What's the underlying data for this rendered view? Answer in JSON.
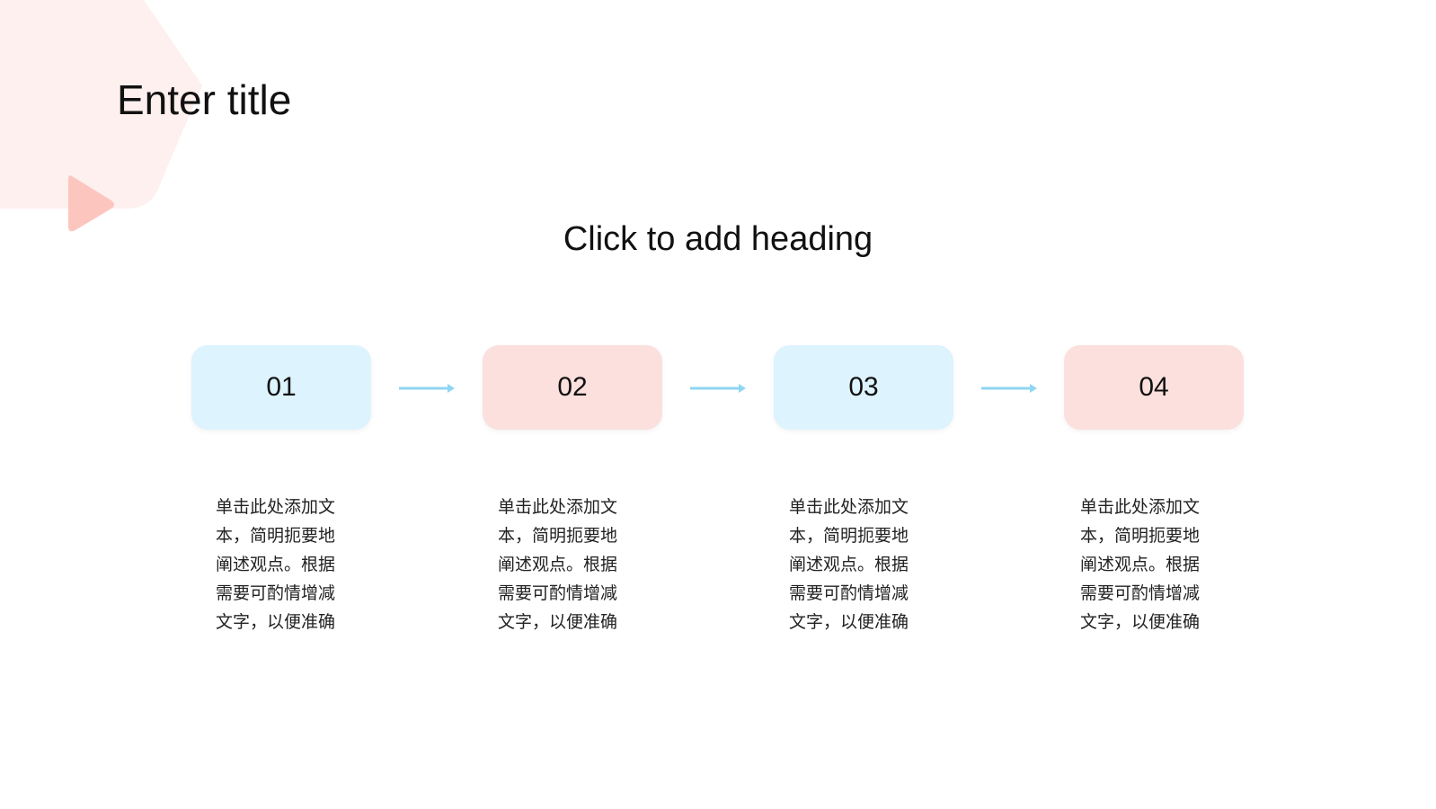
{
  "slide": {
    "title": "Enter title",
    "heading": "Click to add heading"
  },
  "colors": {
    "blue_box": "#ddf3fd",
    "pink_box": "#fbe0dd",
    "arrow": "#8fd6f2",
    "deco_shape": "#fdf0ee",
    "deco_triangle": "#fcc6bf"
  },
  "icons": {
    "decoration": "rounded-hexagon-shape",
    "play": "play-triangle-icon",
    "connector": "arrow-right-icon"
  },
  "steps": [
    {
      "number": "01",
      "text": "单击此处添加文本，简明扼要地阐述观点。根据需要可酌情增减文字，以便准确"
    },
    {
      "number": "02",
      "text": "单击此处添加文本，简明扼要地阐述观点。根据需要可酌情增减文字，以便准确"
    },
    {
      "number": "03",
      "text": "单击此处添加文本，简明扼要地阐述观点。根据需要可酌情增减文字，以便准确"
    },
    {
      "number": "04",
      "text": "单击此处添加文本，简明扼要地阐述观点。根据需要可酌情增减文字，以便准确"
    }
  ]
}
